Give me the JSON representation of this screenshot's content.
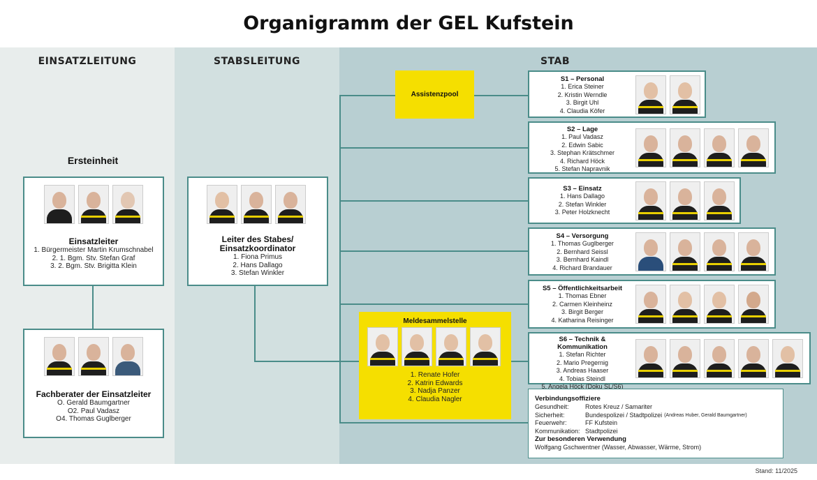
{
  "title": "Organigramm der GEL Kufstein",
  "columns": {
    "einsatzleitung": "EINSATZLEITUNG",
    "stabsleitung": "STABSLEITUNG",
    "stab": "STAB"
  },
  "ersteinheit": "Ersteinheit",
  "einsatzleiter": {
    "title": "Einsatzleiter",
    "lines": [
      "1. Bürgermeister Martin Krumschnabel",
      "2. 1. Bgm. Stv. Stefan Graf",
      "3. 2. Bgm. Stv. Brigitta Klein"
    ]
  },
  "fachberater": {
    "title": "Fachberater der Einsatzleiter",
    "lines": [
      "O. Gerald Baumgartner",
      "O2. Paul Vadasz",
      "O4. Thomas Guglberger"
    ]
  },
  "leiter": {
    "title": "Leiter des Stabes/ Einsatzkoordinator",
    "lines": [
      "1. Fiona Primus",
      "2. Hans Dallago",
      "3. Stefan Winkler"
    ]
  },
  "assistenzpool": "Assistenzpool",
  "meldesammelstelle": {
    "title": "Meldesammelstelle",
    "lines": [
      "1. Renate Hofer",
      "2. Katrin Edwards",
      "3. Nadja Panzer",
      "4. Claudia Nagler"
    ]
  },
  "stab": [
    {
      "title": "S1 – Personal",
      "lines": [
        "1. Erica Steiner",
        "2. Kristin Werndle",
        "3. Birgit Uhl",
        "4. Claudia Köfer"
      ]
    },
    {
      "title": "S2 – Lage",
      "lines": [
        "1. Paul Vadasz",
        "2. Edwin Sabic",
        "3. Stephan Krätschmer",
        "4. Richard Höck",
        "5. Stefan Napravnik"
      ]
    },
    {
      "title": "S3 – Einsatz",
      "lines": [
        "1. Hans Dallago",
        "2. Stefan Winkler",
        "3. Peter Holzknecht"
      ]
    },
    {
      "title": "S4 – Versorgung",
      "lines": [
        "1. Thomas Guglberger",
        "2. Bernhard Seissl",
        "3. Bernhard Kaindl",
        "4. Richard Brandauer"
      ]
    },
    {
      "title": "S5 – Öffentlichkeitsarbeit",
      "lines": [
        "1. Thomas Ebner",
        "2. Carmen Kleinheinz",
        "3. Birgit Berger",
        "4. Katharina Reisinger"
      ]
    },
    {
      "title": "S6 – Technik & Kommunikation",
      "lines": [
        "1. Stefan Richter",
        "2. Mario Pregernig",
        "3. Andreas Haaser",
        "4. Tobias Steindl",
        "5. Angela Höck (Doku SL/S6)"
      ]
    }
  ],
  "verbindung": {
    "title": "Verbindungsoffiziere",
    "rows": [
      {
        "k": "Gesundheit:",
        "v": "Rotes Kreuz / Samariter",
        "note": ""
      },
      {
        "k": "Sicherheit:",
        "v": "Bundespolizei / Stadtpolizei",
        "note": "(Andreas Huber, Gerald Baumgartner)"
      },
      {
        "k": "Feuerwehr:",
        "v": "FF Kufstein",
        "note": ""
      },
      {
        "k": "Kommunikation:",
        "v": "Stadtpolizei",
        "note": ""
      }
    ],
    "subtitle": "Zur besonderen Verwendung",
    "last": "Wolfgang Gschwentner (Wasser, Abwasser, Wärme, Strom)"
  },
  "stand": "Stand: 11/2025",
  "colors": {
    "accent": "#4a8c89",
    "yellow": "#f5df00"
  }
}
